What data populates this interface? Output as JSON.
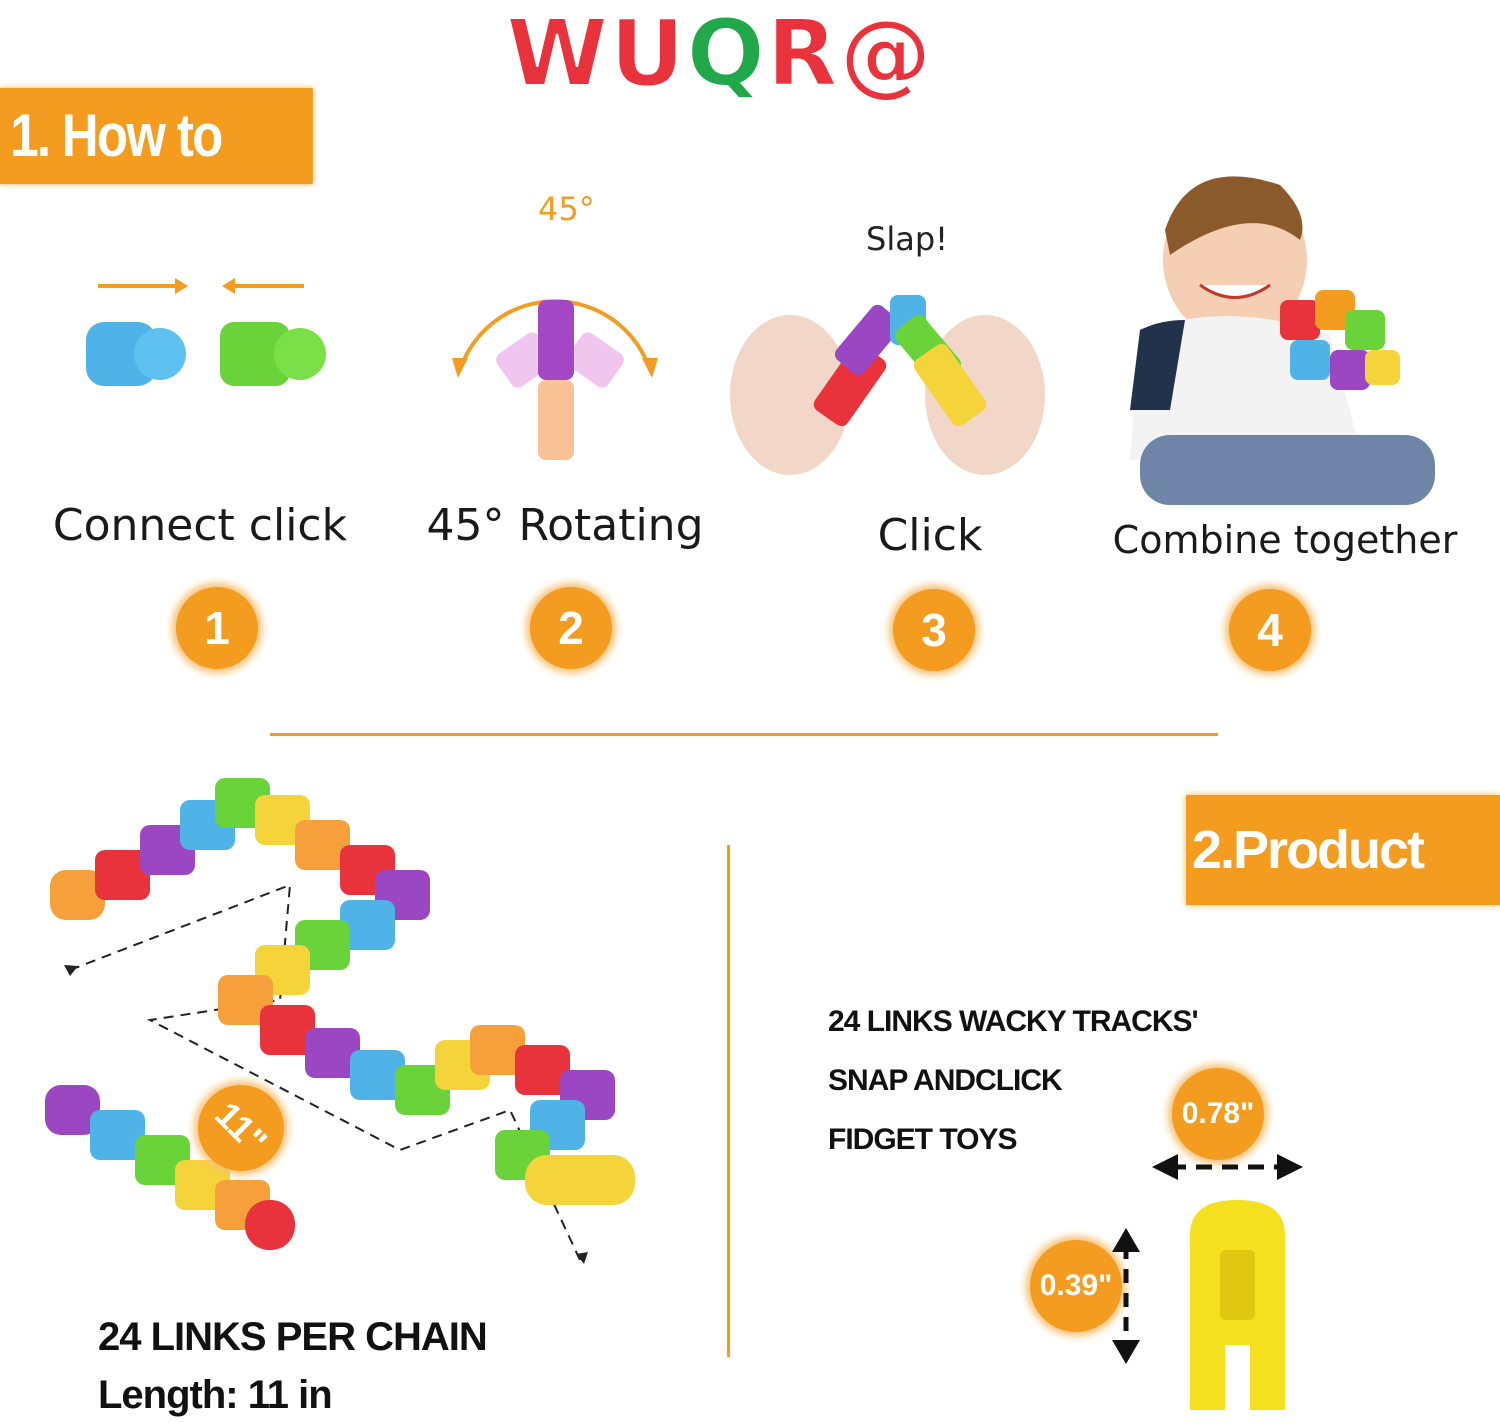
{
  "brand": {
    "letters": [
      "W",
      "U",
      "Q",
      "R",
      "@"
    ],
    "colors": [
      "#e8333c",
      "#e8333c",
      "#21a84a",
      "#e8333c",
      "#e8333c"
    ]
  },
  "section1": {
    "title": "1. How to play"
  },
  "steps": [
    {
      "label": "Connect click",
      "number": "1"
    },
    {
      "label": "45°  Rotating",
      "number": "2",
      "angle_label": "45°"
    },
    {
      "label": "Click",
      "number": "3",
      "sound": "Slap!"
    },
    {
      "label": "Combine together",
      "number": "4"
    }
  ],
  "section2": {
    "title": "2.Product size"
  },
  "chain": {
    "badge": "11\"",
    "caption_line1": "24 LINKS PER CHAIN",
    "caption_line2": "Length: 11 in"
  },
  "product": {
    "line1": "24 LINKS WACKY TRACKS'",
    "line2": "SNAP ANDCLICK",
    "line3": "FIDGET TOYS",
    "width_label": "0.78\"",
    "height_label": "0.39\""
  },
  "colors": {
    "accent": "#f39c1f"
  }
}
